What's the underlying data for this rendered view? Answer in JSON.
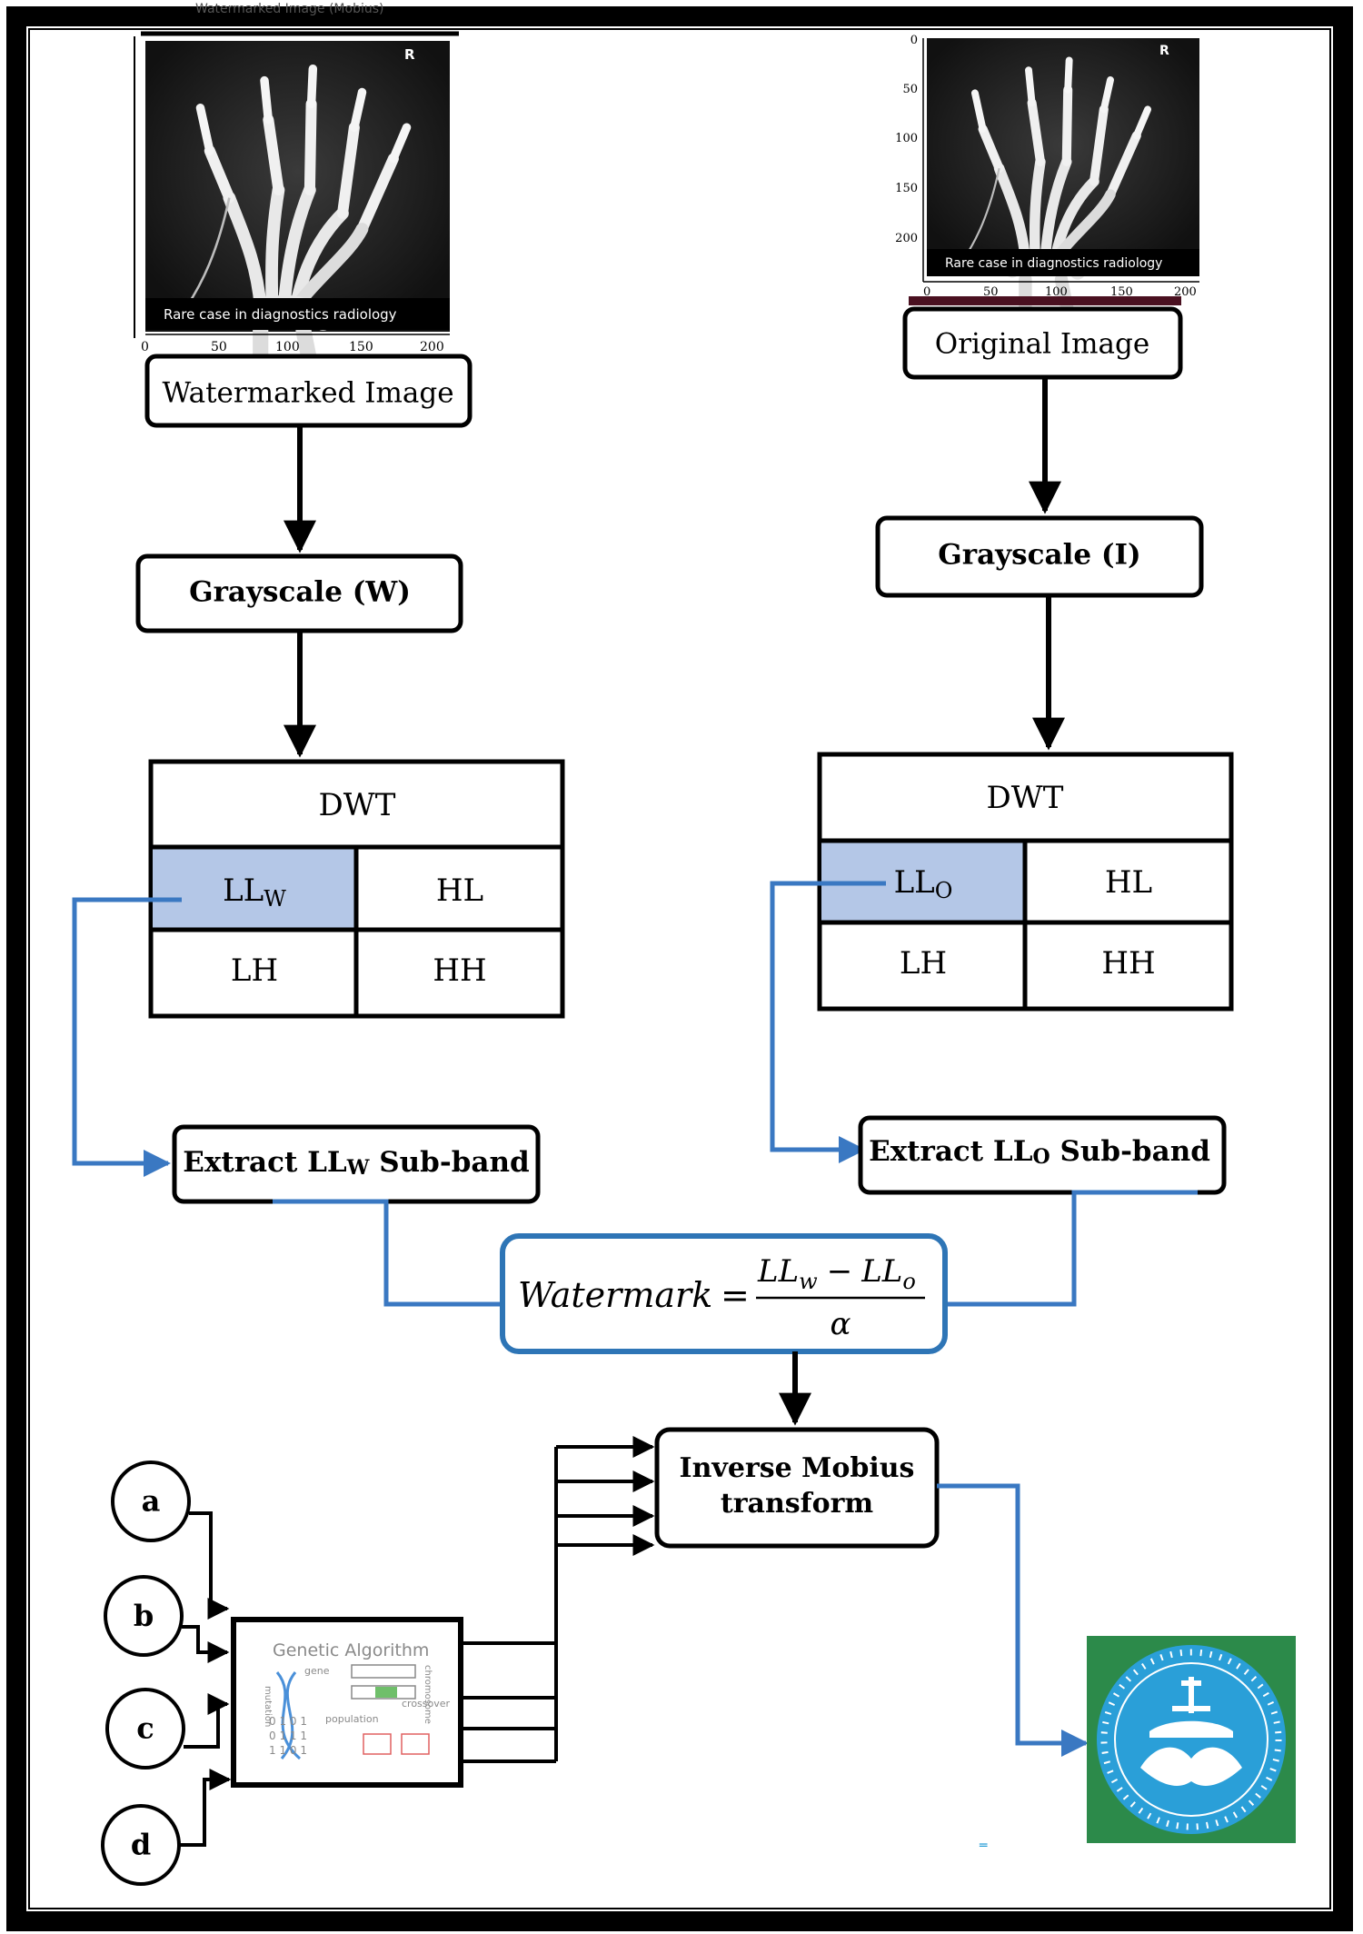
{
  "left_image": {
    "title": "Watermarked Image (Mobius)",
    "corner_mark": "R",
    "caption": "Rare case in diagnostics radiology",
    "x_ticks": [
      "0",
      "50",
      "100",
      "150",
      "200"
    ]
  },
  "right_image": {
    "corner_mark": "R",
    "caption": "Rare case in diagnostics radiology",
    "x_ticks": [
      "0",
      "50",
      "100",
      "150",
      "200"
    ],
    "y_ticks": [
      "0",
      "50",
      "100",
      "150",
      "200"
    ]
  },
  "nodes": {
    "watermarked_image": "Watermarked Image",
    "original_image": "Original Image",
    "grayscale_w": "Grayscale (W)",
    "grayscale_i": "Grayscale (I)",
    "extract_w": {
      "prefix": "Extract LL",
      "sub": "W",
      "suffix": " Sub-band"
    },
    "extract_o": {
      "prefix": "Extract LL",
      "sub": "O",
      "suffix": " Sub-band"
    },
    "inverse_mobius_line1": "Inverse Mobius",
    "inverse_mobius_line2": "transform"
  },
  "dwt_left": {
    "header": "DWT",
    "ll": {
      "base": "LL",
      "sub": "W"
    },
    "hl": "HL",
    "lh": "LH",
    "hh": "HH"
  },
  "dwt_right": {
    "header": "DWT",
    "ll": {
      "base": "LL",
      "sub": "O"
    },
    "hl": "HL",
    "lh": "LH",
    "hh": "HH"
  },
  "formula": {
    "lhs": "Watermark",
    "eq": "=",
    "numerator_a": "LL",
    "numerator_a_sub": "w",
    "minus": "−",
    "numerator_b": "LL",
    "numerator_b_sub": "o",
    "denominator": "α"
  },
  "params": [
    "a",
    "b",
    "c",
    "d"
  ],
  "genetic_algorithm": {
    "title": "Genetic Algorithm",
    "labels": [
      "gene",
      "chromosome",
      "mutation",
      "population",
      "crossover"
    ],
    "bits": [
      "0 1 0 1",
      "0 1 1 1",
      "1 1 0 1"
    ]
  },
  "colors": {
    "blue_connector": "#3a78c2",
    "ll_fill": "#b4c7e7",
    "formula_border": "#2e75b6",
    "logo_green": "#2c8a4a",
    "logo_blue": "#2a9fd8"
  },
  "icons": {
    "hand_xray": "hand-xray-image",
    "university_logo": "university-of-tehran-logo",
    "ga_graphic": "genetic-algorithm-graphic"
  }
}
